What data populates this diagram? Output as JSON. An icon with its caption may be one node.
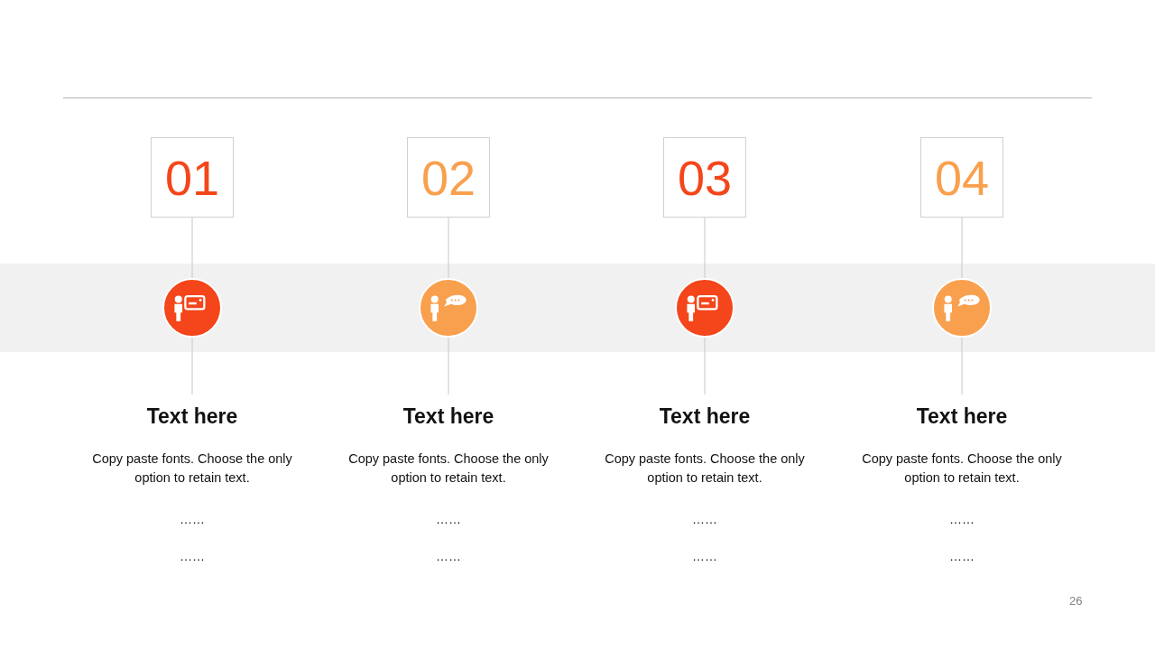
{
  "diagram": {
    "nodes": [
      {
        "text": [
          "01"
        ]
      },
      {
        "text": [
          "02"
        ]
      },
      {
        "text": [
          "03"
        ]
      },
      {
        "text": [
          "04"
        ]
      },
      {
        "text": [],
        "shape": "circle"
      },
      {
        "text": [],
        "shape": "circle"
      },
      {
        "text": [],
        "shape": "circle"
      },
      {
        "text": [],
        "shape": "circle"
      },
      {
        "text": [
          "Text here",
          "Copy paste fonts. Choose the only option to retain text.",
          "……",
          "……"
        ]
      },
      {
        "text": [
          "Text here",
          "Copy paste fonts. Choose the only option to retain text.",
          "……",
          "……"
        ]
      },
      {
        "text": [
          "Text here",
          "Copy paste fonts. Choose the only option to retain text.",
          "……",
          "……"
        ]
      },
      {
        "text": [
          "Text here",
          "Copy paste fonts. Choose the only option to retain text.",
          "……",
          "……"
        ]
      }
    ],
    "edges": [
      {
        "from": 0,
        "to": 4,
        "arrow": "none"
      },
      {
        "from": 4,
        "to": 8,
        "arrow": "none"
      },
      {
        "from": 1,
        "to": 5,
        "arrow": "none"
      },
      {
        "from": 5,
        "to": 9,
        "arrow": "none"
      },
      {
        "from": 2,
        "to": 6,
        "arrow": "none"
      },
      {
        "from": 6,
        "to": 10,
        "arrow": "none"
      },
      {
        "from": 3,
        "to": 7,
        "arrow": "none"
      },
      {
        "from": 7,
        "to": 11,
        "arrow": "none"
      }
    ],
    "labels": [
      "26"
    ]
  }
}
